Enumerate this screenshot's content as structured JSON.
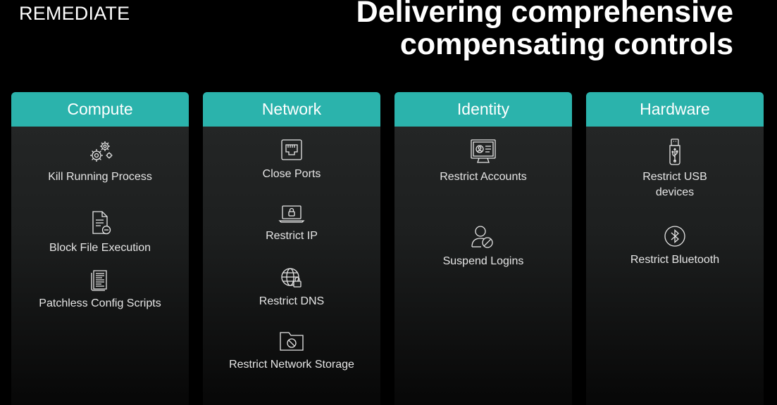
{
  "header": {
    "eyebrow": "REMEDIATE",
    "title_line1": "Delivering comprehensive",
    "title_line2": "compensating controls"
  },
  "colors": {
    "accent": "#2bb3ac",
    "background": "#000000",
    "card": "#262828"
  },
  "columns": [
    {
      "title": "Compute",
      "items": [
        {
          "label": "Kill Running Process",
          "icon": "gears-icon"
        },
        {
          "label": "Block File Execution",
          "icon": "file-blocked-icon"
        },
        {
          "label": "Patchless Config Scripts",
          "icon": "script-icon"
        }
      ]
    },
    {
      "title": "Network",
      "items": [
        {
          "label": "Close Ports",
          "icon": "ethernet-port-icon"
        },
        {
          "label": "Restrict IP",
          "icon": "laptop-lock-icon"
        },
        {
          "label": "Restrict DNS",
          "icon": "globe-lock-icon"
        },
        {
          "label": "Restrict Network Storage",
          "icon": "folder-blocked-icon"
        }
      ]
    },
    {
      "title": "Identity",
      "items": [
        {
          "label": "Restrict Accounts",
          "icon": "monitor-user-icon"
        },
        {
          "label": "Suspend Logins",
          "icon": "user-blocked-icon"
        }
      ]
    },
    {
      "title": "Hardware",
      "items": [
        {
          "label": "Restrict USB devices",
          "icon": "usb-icon"
        },
        {
          "label": "Restrict Bluetooth",
          "icon": "bluetooth-icon"
        }
      ]
    }
  ]
}
